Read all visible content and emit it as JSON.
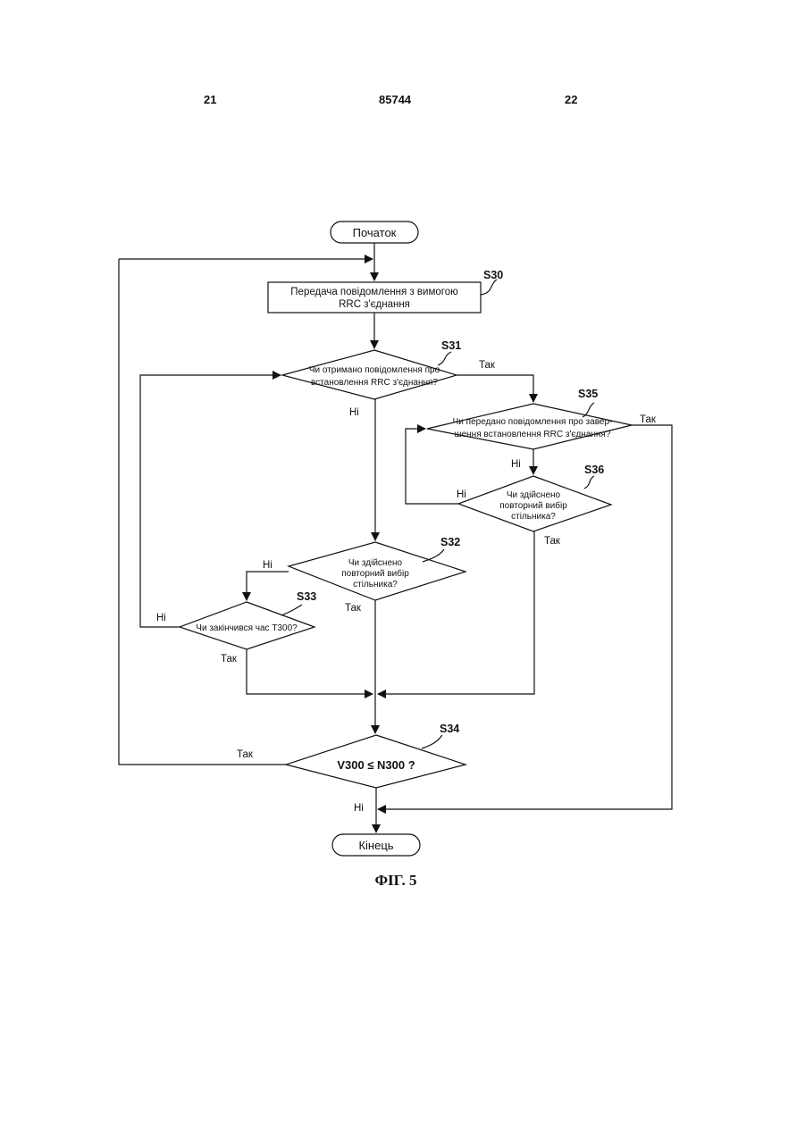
{
  "header": {
    "left_page": "21",
    "patent_no": "85744",
    "right_page": "22"
  },
  "flowchart": {
    "start": "Початок",
    "end": "Кінець",
    "s30": {
      "id": "S30",
      "line1": "Передача повідомлення з вимогою",
      "line2": "RRC з'єднання"
    },
    "s31": {
      "id": "S31",
      "line1": "Чи отримано повідомлення про",
      "line2": "встановлення RRC з'єднання?"
    },
    "s35": {
      "id": "S35",
      "line1": "Чи передано повідомлення про завер-",
      "line2": "шення встановлення RRC з'єднання?"
    },
    "s36": {
      "id": "S36",
      "line1": "Чи здійснено",
      "line2": "повторний вибір",
      "line3": "стільника?"
    },
    "s32": {
      "id": "S32",
      "line1": "Чи здійснено",
      "line2": "повторний вибір",
      "line3": "стільника?"
    },
    "s33": {
      "id": "S33",
      "line1": "Чи закінчився час Т300?"
    },
    "s34": {
      "id": "S34",
      "line1": "V300 ≤ N300 ?"
    },
    "labels": {
      "yes_s31": "Так",
      "no_s31": "Ні",
      "yes_s35": "Так",
      "no_s35": "Ні",
      "no_s36": "Ні",
      "yes_s36": "Так",
      "no_s32": "Ні",
      "yes_s32": "Так",
      "no_s33": "Ні",
      "yes_s33": "Так",
      "yes_s34": "Так",
      "no_s34": "Ні"
    }
  },
  "caption": "ФІГ. 5"
}
